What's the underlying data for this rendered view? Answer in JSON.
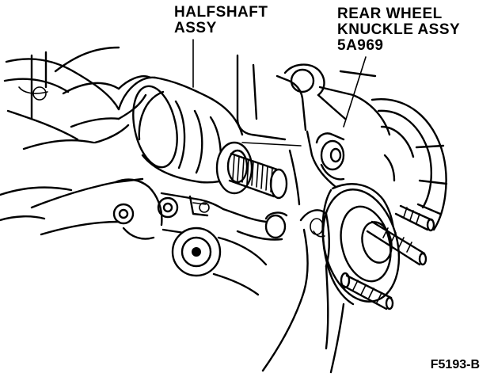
{
  "labels": {
    "halfshaft_line1": "HALFSHAFT",
    "halfshaft_line2": "ASSY",
    "knuckle_line1": "REAR WHEEL",
    "knuckle_line2": "KNUCKLE ASSY",
    "knuckle_part_no": "5A969"
  },
  "figure_id": "F5193-B",
  "colors": {
    "ink": "#000000",
    "paper": "#ffffff"
  }
}
